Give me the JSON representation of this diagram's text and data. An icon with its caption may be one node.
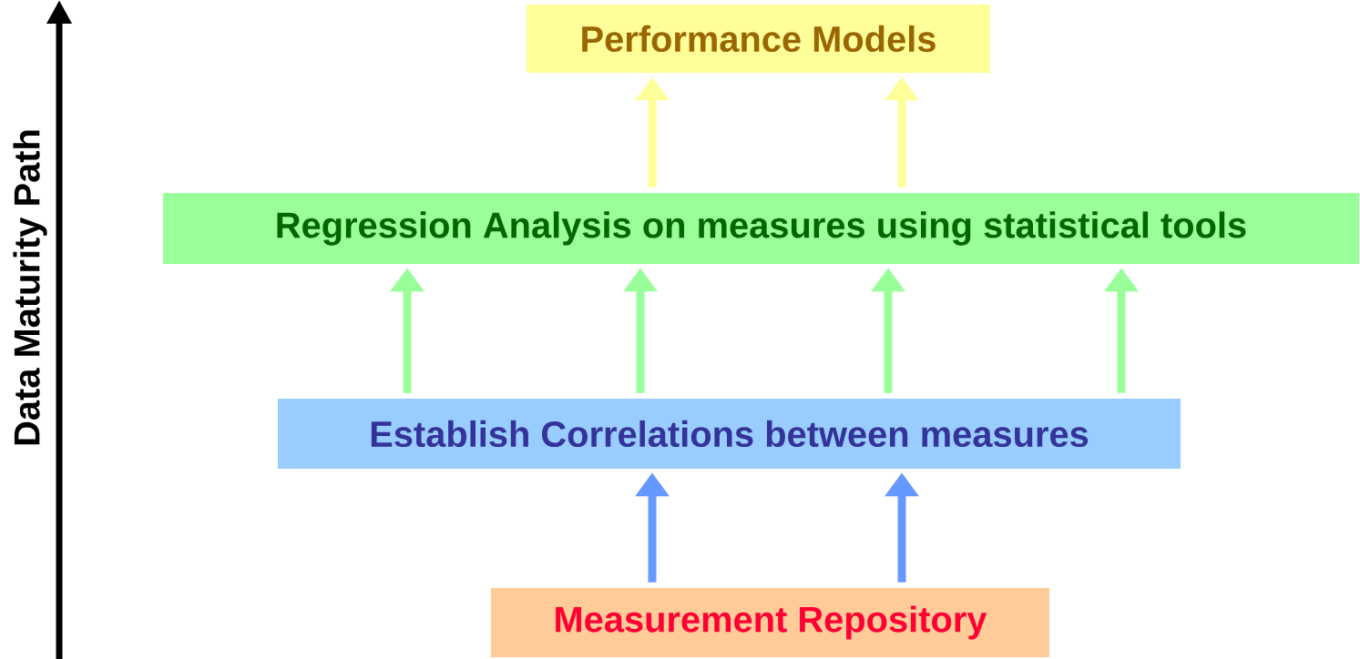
{
  "diagram": {
    "nodes": [
      {
        "text": [
          "Performance Models"
        ]
      },
      {
        "text": [
          "Regression Analysis on measures using statistical tools"
        ]
      },
      {
        "text": [
          "Establish Correlations between measures"
        ]
      },
      {
        "text": [
          "Measurement Repository"
        ]
      }
    ],
    "edges": [
      {
        "from": 3,
        "to": 2,
        "arrow": "to",
        "color": "#6699ff"
      },
      {
        "from": 3,
        "to": 2,
        "arrow": "to",
        "color": "#6699ff"
      },
      {
        "from": 2,
        "to": 1,
        "arrow": "to",
        "color": "#99ff99"
      },
      {
        "from": 2,
        "to": 1,
        "arrow": "to",
        "color": "#99ff99"
      },
      {
        "from": 2,
        "to": 1,
        "arrow": "to",
        "color": "#99ff99"
      },
      {
        "from": 2,
        "to": 1,
        "arrow": "to",
        "color": "#99ff99"
      },
      {
        "from": 1,
        "to": 0,
        "arrow": "to",
        "color": "#ffff99"
      },
      {
        "from": 1,
        "to": 0,
        "arrow": "to",
        "color": "#ffff99"
      }
    ],
    "labels": [
      "Data Maturity Path"
    ]
  }
}
